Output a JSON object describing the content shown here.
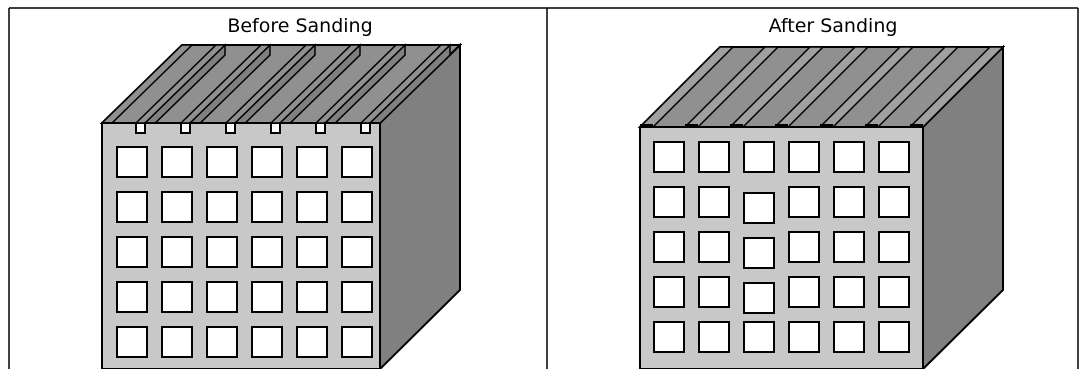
{
  "panels": {
    "before": {
      "title": "Before Sanding"
    },
    "after": {
      "title": "After Sanding"
    }
  },
  "colors": {
    "front_face": "#c8c8c8",
    "side_face": "#808080",
    "top_face": "#909090",
    "sanded_top": "#a0a0a0",
    "cell": "#ffffff",
    "stroke": "#000000"
  },
  "grid": {
    "rows": 5,
    "cols": 6
  }
}
